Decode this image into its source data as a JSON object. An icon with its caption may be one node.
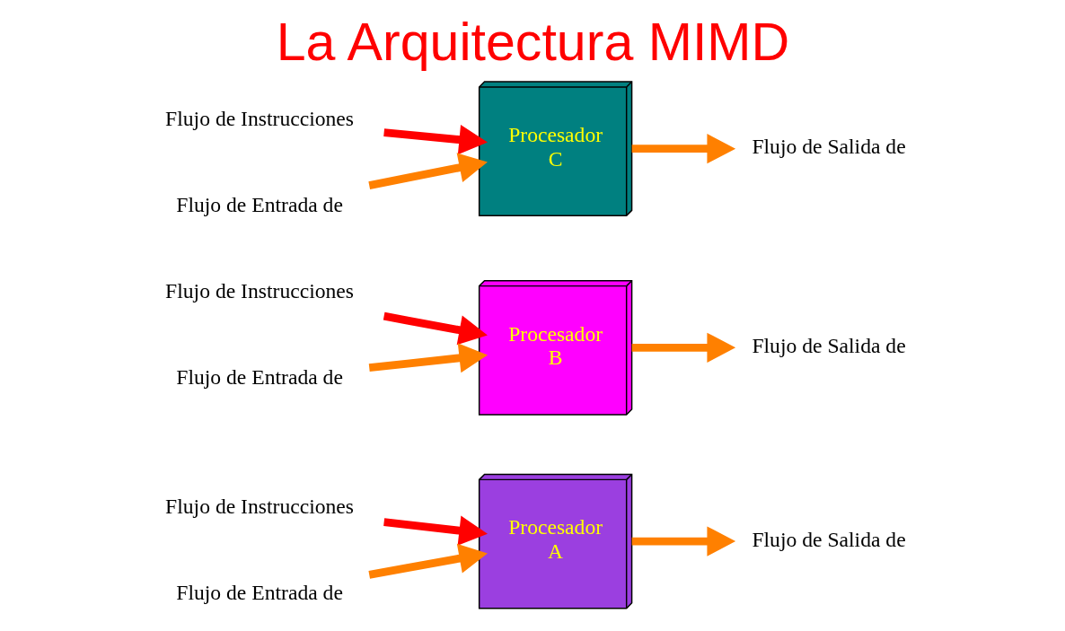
{
  "diagram": {
    "title": "La Arquitectura MIMD",
    "nodes": [
      {
        "text": [
          "Flujo de Instrucciones"
        ]
      },
      {
        "text": [
          "Flujo de Instrucciones"
        ]
      },
      {
        "text": [
          "Flujo de Instrucciones"
        ]
      },
      {
        "text": [
          "Flujo de Entrada de"
        ]
      },
      {
        "text": [
          "Procesador",
          "A"
        ]
      },
      {
        "text": [
          "Flujo de Salida de"
        ]
      },
      {
        "text": [
          "Flujo de Entrada de"
        ]
      },
      {
        "text": [
          "Procesador",
          "B"
        ]
      },
      {
        "text": [
          "Flujo de Salida de"
        ]
      },
      {
        "text": [
          "Flujo de Entrada de"
        ]
      },
      {
        "text": [
          "Procesador",
          "C"
        ]
      },
      {
        "text": [
          "Flujo de Salida de"
        ]
      }
    ],
    "edges": [
      {
        "from": 0,
        "to": 4,
        "arrow": "to",
        "color": "#ff0000"
      },
      {
        "from": 3,
        "to": 4,
        "arrow": "to"
      },
      {
        "from": 4,
        "to": 5,
        "arrow": "to"
      },
      {
        "from": 1,
        "to": 7,
        "arrow": "to",
        "color": "#ff0000"
      },
      {
        "from": 6,
        "to": 7,
        "arrow": "to"
      },
      {
        "from": 7,
        "to": 8,
        "arrow": "to"
      },
      {
        "from": 2,
        "to": 10,
        "arrow": "to",
        "color": "#ff0000"
      },
      {
        "from": 9,
        "to": 10,
        "arrow": "to"
      },
      {
        "from": 10,
        "to": 11,
        "arrow": "to"
      }
    ]
  }
}
